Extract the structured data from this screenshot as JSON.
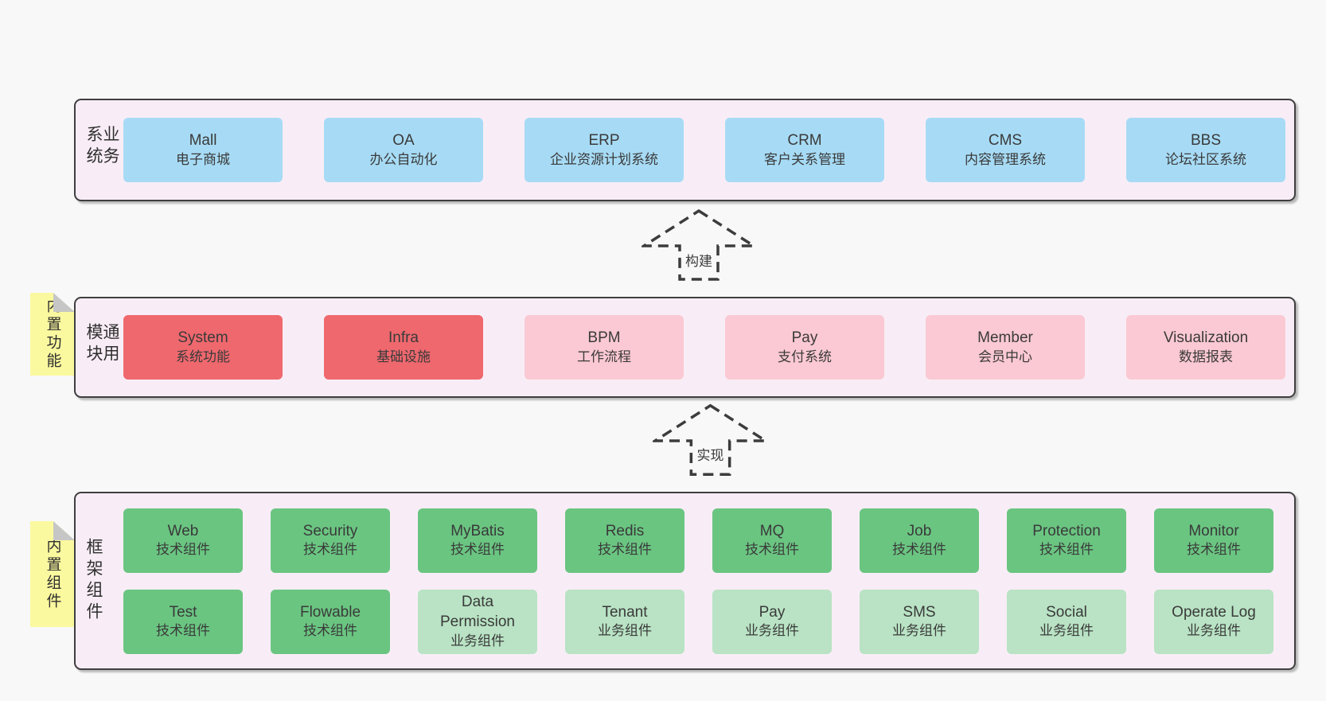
{
  "diagram": {
    "sections": {
      "business": {
        "label": "业务系统",
        "boxes": [
          {
            "name": "Mall",
            "desc": "电子商城"
          },
          {
            "name": "OA",
            "desc": "办公自动化"
          },
          {
            "name": "ERP",
            "desc": "企业资源计划系统"
          },
          {
            "name": "CRM",
            "desc": "客户关系管理"
          },
          {
            "name": "CMS",
            "desc": "内容管理系统"
          },
          {
            "name": "BBS",
            "desc": "论坛社区系统"
          }
        ]
      },
      "modules": {
        "label": "通用模块",
        "note": "内置功能",
        "boxes": [
          {
            "name": "System",
            "desc": "系统功能"
          },
          {
            "name": "Infra",
            "desc": "基础设施"
          },
          {
            "name": "BPM",
            "desc": "工作流程"
          },
          {
            "name": "Pay",
            "desc": "支付系统"
          },
          {
            "name": "Member",
            "desc": "会员中心"
          },
          {
            "name": "Visualization",
            "desc": "数据报表"
          }
        ]
      },
      "framework": {
        "label": "框架组件",
        "note": "内置组件",
        "row1": [
          {
            "name": "Web",
            "desc": "技术组件"
          },
          {
            "name": "Security",
            "desc": "技术组件"
          },
          {
            "name": "MyBatis",
            "desc": "技术组件"
          },
          {
            "name": "Redis",
            "desc": "技术组件"
          },
          {
            "name": "MQ",
            "desc": "技术组件"
          },
          {
            "name": "Job",
            "desc": "技术组件"
          },
          {
            "name": "Protection",
            "desc": "技术组件"
          },
          {
            "name": "Monitor",
            "desc": "技术组件"
          }
        ],
        "row2": [
          {
            "name": "Test",
            "desc": "技术组件"
          },
          {
            "name": "Flowable",
            "desc": "技术组件"
          },
          {
            "name": "Data Permission",
            "desc": "业务组件"
          },
          {
            "name": "Tenant",
            "desc": "业务组件"
          },
          {
            "name": "Pay",
            "desc": "业务组件"
          },
          {
            "name": "SMS",
            "desc": "业务组件"
          },
          {
            "name": "Social",
            "desc": "业务组件"
          },
          {
            "name": "Operate Log",
            "desc": "业务组件"
          }
        ]
      }
    },
    "arrows": {
      "build": "构建",
      "implement": "实现"
    },
    "colors": {
      "page_bg": "#f8f8f8",
      "panel_bg": "#f8edf6",
      "panel_border": "#3f3f3f",
      "blue_box": "#a7dbf5",
      "red_box": "#ef686e",
      "pink_box": "#fbc9d3",
      "green_dark": "#6ac581",
      "green_light": "#b9e3c4",
      "note_yellow": "#fbf99f",
      "text": "#3a3a3a"
    }
  }
}
